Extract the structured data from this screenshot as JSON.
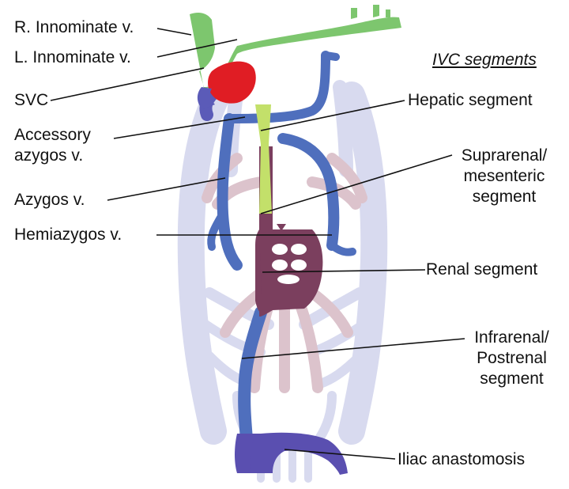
{
  "heading": "IVC segments",
  "left_labels": {
    "r_innominate": "R. Innominate v.",
    "l_innominate": "L. Innominate v.",
    "svc": "SVC",
    "accessory_azygos": "Accessory\nazygos v.",
    "azygos": "Azygos v.",
    "hemiazygos": "Hemiazygos v."
  },
  "right_labels": {
    "hepatic": "Hepatic segment",
    "suprarenal": "Suprarenal/\nmesenteric\nsegment",
    "renal": "Renal segment",
    "infrarenal": "Infrarenal/\nPostrenal\nsegment",
    "iliac": "Iliac anastomosis"
  },
  "colors": {
    "innominate": "#7dc66e",
    "svc_heart": "#e01d24",
    "azygos_blue": "#4f6fbd",
    "iliac_purple": "#5a4fb0",
    "hepatic_yellow_green": "#c3e06a",
    "renal_maroon": "#7b3f5e",
    "faded_background": "#d6d8ee",
    "faded_maroon": "#d9bfc8"
  }
}
